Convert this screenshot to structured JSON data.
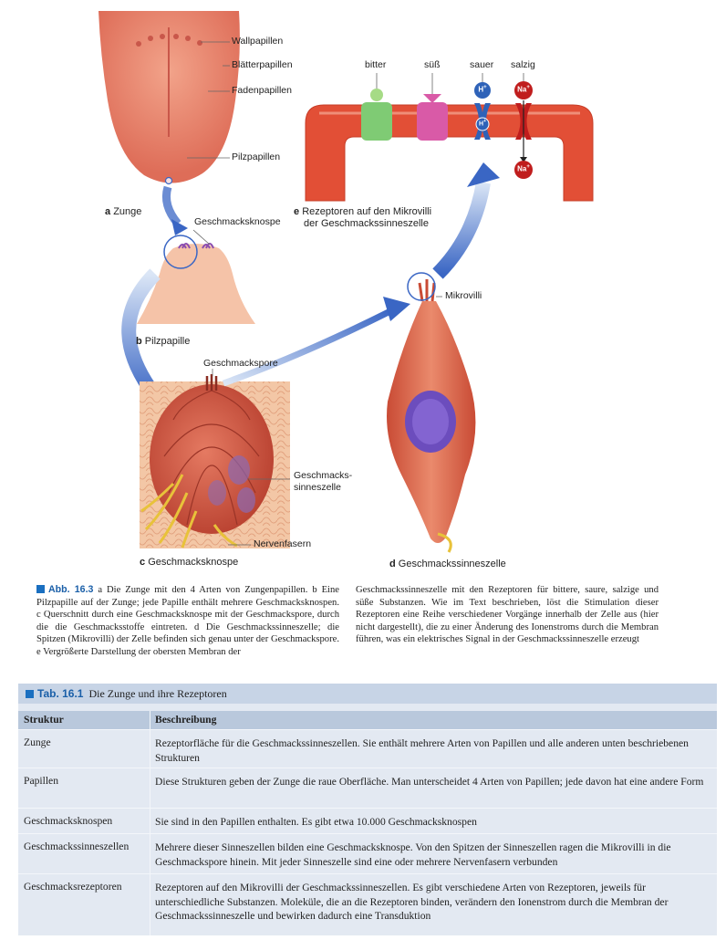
{
  "labels": {
    "wallpapillen": "Wallpapillen",
    "blaetterpapillen": "Blätterpapillen",
    "fadenpapillen": "Fadenpapillen",
    "pilzpapillen": "Pilzpapillen",
    "geschmacksknospe": "Geschmacksknospe",
    "geschmackspore": "Geschmackspore",
    "geschmackssinneszelle_1": "Geschmacks-",
    "geschmackssinneszelle_2": "sinneszelle",
    "nervenfasern": "Nervenfasern",
    "mikrovilli": "Mikrovilli",
    "bitter": "bitter",
    "suess": "süß",
    "sauer": "sauer",
    "salzig": "salzig",
    "h_ion": "H",
    "na_ion": "Na",
    "ion_plus": "+"
  },
  "subfigures": {
    "a_letter": "a",
    "a_text": "Zunge",
    "b_letter": "b",
    "b_text": "Pilzpapille",
    "c_letter": "c",
    "c_text": "Geschmacksknospe",
    "d_letter": "d",
    "d_text": "Geschmackssinneszelle",
    "e_letter": "e",
    "e_text_1": "Rezeptoren auf den Mikrovilli",
    "e_text_2": "der Geschmackssinneszelle"
  },
  "caption": {
    "tag": "Abb. 16.3",
    "col1": "a Die Zunge mit den 4 Arten von Zungenpapillen. b Eine Pilzpapille auf der Zunge; jede Papille enthält mehrere Geschmacksknospen. c Querschnitt durch eine Geschmacksknospe mit der Geschmackspore, durch die die Geschmacksstoffe eintreten. d Die Geschmackssinneszelle; die Spitzen (Mikrovilli) der Zelle befinden sich genau unter der Geschmackspore. e Vergrößerte Darstellung der obersten Membran der",
    "col2": "Geschmackssinneszelle mit den Rezeptoren für bittere, saure, salzige und süße Substanzen. Wie im Text beschrieben, löst die Stimulation dieser Rezeptoren eine Reihe verschiedener Vorgänge innerhalb der Zelle aus (hier nicht dargestellt), die zu einer Änderung des Ionenstroms durch die Membran führen, was ein elektrisches Signal in der Geschmackssinneszelle erzeugt"
  },
  "table": {
    "number": "Tab. 16.1",
    "title": "Die Zunge und ihre Rezeptoren",
    "headers": [
      "Struktur",
      "Beschreibung"
    ],
    "rows": [
      {
        "struktur": "Zunge",
        "beschreibung": "Rezeptorfläche für die Geschmackssinneszellen. Sie enthält mehrere Arten von Papillen und alle anderen unten beschriebenen Strukturen"
      },
      {
        "struktur": "Papillen",
        "beschreibung": "Diese Strukturen geben der Zunge die raue Oberfläche. Man unterscheidet 4 Arten von Papillen; jede davon hat eine andere Form"
      },
      {
        "struktur": "Geschmacksknospen",
        "beschreibung": "Sie sind in den Papillen enthalten. Es gibt etwa 10.000 Geschmacksknospen"
      },
      {
        "struktur": "Geschmackssinneszellen",
        "beschreibung": "Mehrere dieser Sinneszellen bilden eine Geschmacksknospe. Von den Spitzen der Sinneszellen ragen die Mikrovilli in die Geschmackspore hinein. Mit jeder Sinneszelle sind eine oder mehrere Nervenfasern verbunden"
      },
      {
        "struktur": "Geschmacksrezeptoren",
        "beschreibung": "Rezeptoren auf den Mikrovilli der Geschmackssinneszellen. Es gibt verschiedene Arten von Rezeptoren, jeweils für unterschiedliche Substanzen. Moleküle, die an die Rezeptoren binden, verändern den Ionenstrom durch die Membran der Geschmackssinneszelle und bewirken dadurch eine Transduktion"
      }
    ]
  }
}
